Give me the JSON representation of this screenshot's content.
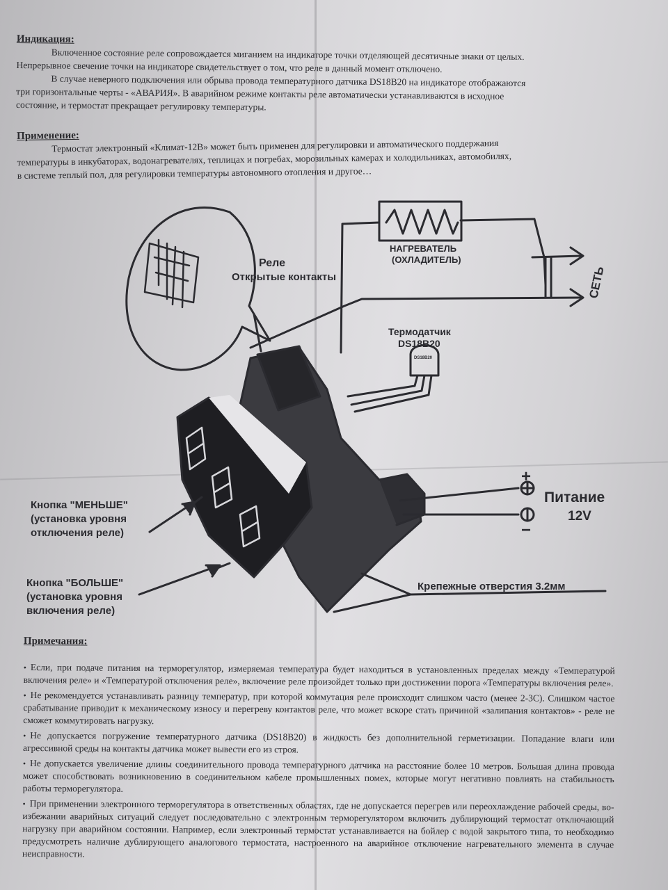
{
  "section1": {
    "heading": "Индикация:",
    "lines": [
      "Включенное состояние реле сопровождается миганием на индикаторе точки отделяющей десятичные знаки от целых.",
      "Непрерывное свечение точки на индикаторе свидетельствует о том, что реле в данный момент отключено.",
      "В случае неверного подключения или обрыва провода температурного датчика DS18B20 на индикаторе отображаются",
      "три горизонтальные черты - «АВАРИЯ». В аварийном режиме контакты реле автоматически устанавливаются в исходное",
      "состояние, и термостат прекращает регулировку температуры."
    ]
  },
  "section2": {
    "heading": "Применение:",
    "lines": [
      "Термостат электронный «Климат-12В» может быть применен для регулировки и автоматического поддержания",
      "температуры в инкубаторах, водонагревателях, теплицах и погребах, морозильных камерах и холодильниках, автомобилях,",
      "в системе теплый пол, для регулировки температуры автономного отопления и другое…"
    ]
  },
  "diagram": {
    "relay_label_1": "Реле",
    "relay_label_2": "Открытые контакты",
    "heater_label_1": "НАГРЕВАТЕЛЬ",
    "heater_label_2": "(ОХЛАДИТЕЛЬ)",
    "mains_label": "СЕТЬ",
    "sensor_label_1": "Термодатчик",
    "sensor_label_2": "DS18B20",
    "sensor_chip_text": "DS18B20",
    "plus_sign": "+",
    "minus_sign": "−",
    "power_label_1": "Питание",
    "power_label_2": "12V",
    "button_less_1": "Кнопка \"МЕНЬШЕ\"",
    "button_less_2": "(установка уровня",
    "button_less_3": "отключения реле)",
    "button_more_1": "Кнопка \"БОЛЬШЕ\"",
    "button_more_2": "(установка уровня",
    "button_more_3": "включения реле)",
    "mount_holes": "Крепежные отверстия 3.2мм"
  },
  "section3": {
    "heading": "Примечания:",
    "notes": [
      "Если, при подаче питания на терморегулятор, измеряемая температура будет находиться в установленных пределах между «Температурой включения реле» и «Температурой отключения реле», включение реле произойдет только при достижении порога «Температуры включения реле».",
      "Не рекомендуется устанавливать разницу температур, при которой коммутация реле происходит слишком часто (менее 2-3С). Слишком частое срабатывание приводит к механическому износу и перегреву контактов реле, что может вскоре стать причиной «залипания контактов» - реле не сможет коммутировать нагрузку.",
      "Не допускается погружение температурного датчика (DS18B20) в жидкость без дополнительной герметизации. Попадание влаги или агрессивной среды на контакты датчика может вывести его из строя.",
      "Не допускается увеличение длины соединительного провода температурного датчика на расстояние более 10 метров. Большая длина провода может способствовать возникновению в соединительном кабеле промышленных помех, которые могут негативно повлиять на стабильность работы терморегулятора.",
      "При применении электронного терморегулятора в ответственных областях, где не допускается перегрев или переохлаждение рабочей среды, во-избежании аварийных ситуаций следует последовательно с электронным терморегулятором включить дублирующий термостат отключающий нагрузку при аварийном состоянии. Например, если электронный термостат устанавливается на бойлер с водой закрытого типа, то необходимо предусмотреть наличие дублирующего аналогового термостата, настроенного на аварийное отключение нагревательного элемента в случае неисправности."
    ],
    "bullet": "•"
  }
}
